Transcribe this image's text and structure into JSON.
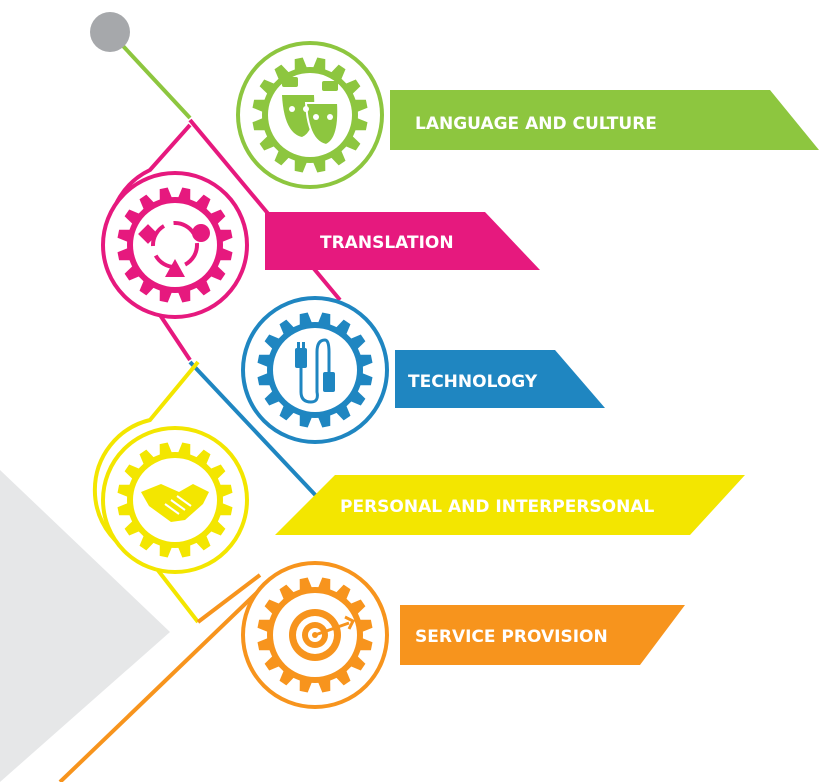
{
  "competences": [
    {
      "label": "LANGUAGE AND CULTURE",
      "color": "#8dc63f",
      "icon": "theatre-masks-icon"
    },
    {
      "label": "TRANSLATION",
      "color": "#e6197e",
      "icon": "shapes-cycle-icon"
    },
    {
      "label": "TECHNOLOGY",
      "color": "#1f86c1",
      "icon": "plug-cable-icon"
    },
    {
      "label": "PERSONAL AND INTERPERSONAL",
      "color": "#f3e600",
      "icon": "handshake-icon"
    },
    {
      "label": "SERVICE PROVISION",
      "color": "#f7941d",
      "icon": "target-icon"
    }
  ],
  "colors": {
    "start_dot": "#a6a8ab",
    "background_triangle": "#e6e7e8",
    "icon_white": "#ffffff"
  }
}
